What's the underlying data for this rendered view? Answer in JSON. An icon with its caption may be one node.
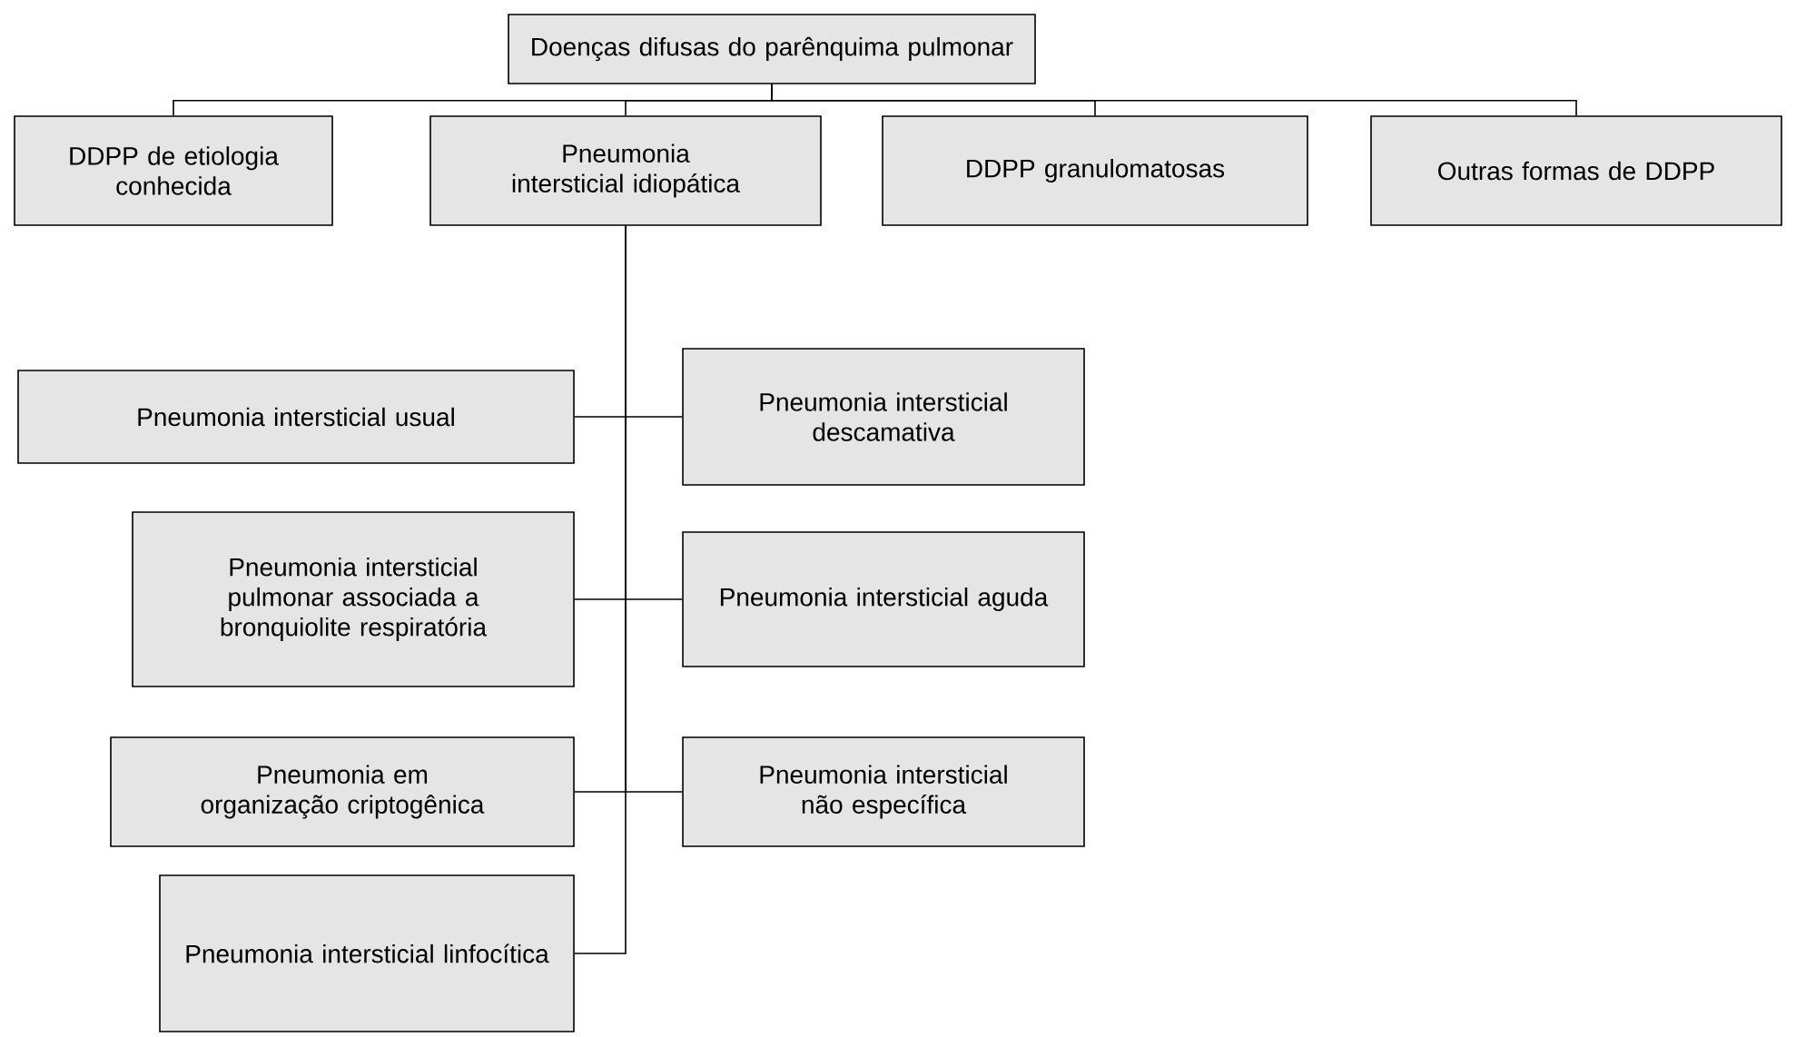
{
  "diagram": {
    "nodes": [
      {
        "text": [
          "Doenças difusas do parênquima pulmonar"
        ]
      },
      {
        "text": [
          "DDPP de etiologia conhecida"
        ]
      },
      {
        "text": [
          "Pneumonia intersticial idiopática"
        ]
      },
      {
        "text": [
          "DDPP granulomatosas"
        ]
      },
      {
        "text": [
          "Outras formas de DDPP"
        ]
      },
      {
        "text": [
          "Pneumonia intersticial usual"
        ]
      },
      {
        "text": [
          "Pneumonia intersticial descamativa"
        ]
      },
      {
        "text": [
          "Pneumonia intersticial pulmonar associada a bronquiolite respiratória"
        ]
      },
      {
        "text": [
          "Pneumonia intersticial aguda"
        ]
      },
      {
        "text": [
          "Pneumonia em organização criptogênica"
        ]
      },
      {
        "text": [
          "Pneumonia intersticial não específica"
        ]
      },
      {
        "text": [
          "Pneumonia intersticial linfocítica"
        ]
      }
    ],
    "edges": [
      {
        "from": 0,
        "to": 1,
        "arrow": "none"
      },
      {
        "from": 0,
        "to": 2,
        "arrow": "none"
      },
      {
        "from": 0,
        "to": 3,
        "arrow": "none"
      },
      {
        "from": 0,
        "to": 4,
        "arrow": "none"
      },
      {
        "from": 2,
        "to": 5,
        "arrow": "none"
      },
      {
        "from": 2,
        "to": 6,
        "arrow": "none"
      },
      {
        "from": 2,
        "to": 7,
        "arrow": "none"
      },
      {
        "from": 2,
        "to": 8,
        "arrow": "none"
      },
      {
        "from": 2,
        "to": 9,
        "arrow": "none"
      },
      {
        "from": 2,
        "to": 10,
        "arrow": "none"
      },
      {
        "from": 2,
        "to": 11,
        "arrow": "none"
      }
    ]
  }
}
